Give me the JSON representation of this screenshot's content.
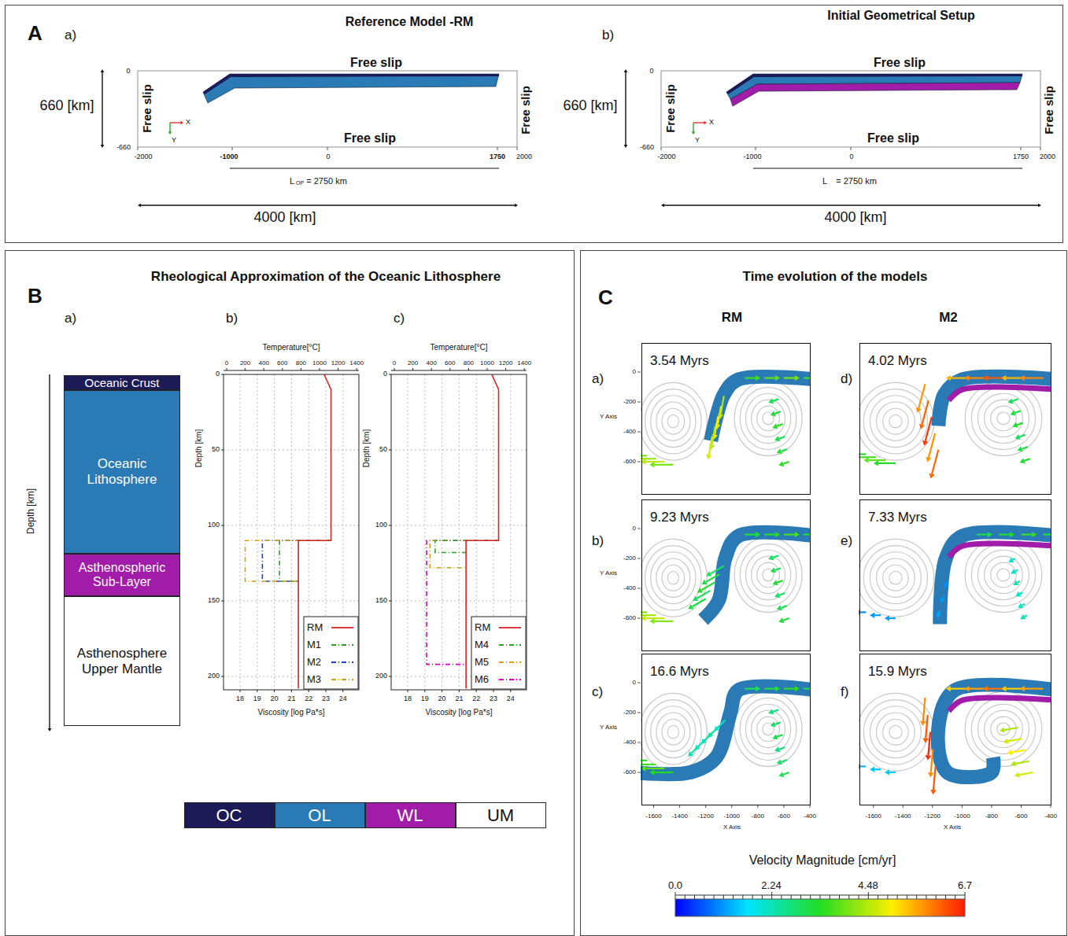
{
  "diagram": {
    "nodes": [
      {
        "text": [
          "A"
        ]
      },
      {
        "text": [
          "B",
          "Rheological Approximation of the Oceanic Lithosphere"
        ]
      },
      {
        "text": [
          "C",
          "Time evolution of the models"
        ]
      },
      {
        "text": [
          "Oceanic Crust"
        ],
        "in": 1
      },
      {
        "text": [
          "Oceanic Lithosphere"
        ],
        "in": 1
      },
      {
        "text": [
          "Asthenospheric Sub-Layer"
        ],
        "in": 1
      },
      {
        "text": [
          "Asthenosphere Upper Mantle"
        ],
        "in": 1
      },
      {
        "text": [
          "3.54 Myrs"
        ],
        "in": 2
      },
      {
        "text": [
          "9.23 Myrs"
        ],
        "in": 2
      },
      {
        "text": [
          "16.6 Myrs"
        ],
        "in": 2
      },
      {
        "text": [
          "4.02 Myrs"
        ],
        "in": 2
      },
      {
        "text": [
          "7.33 Myrs"
        ],
        "in": 2
      },
      {
        "text": [
          "15.9 Myrs"
        ],
        "in": 2
      }
    ],
    "labels": [
      "a)",
      "Reference Model -RM",
      "660 [km]",
      "Free slip",
      "Free slip",
      "Free slip",
      "Free slip",
      "0",
      "-660",
      "X",
      "Y",
      "-2000",
      "-1000",
      "0",
      "1750",
      "2000",
      "L",
      "OP",
      "= 2750 km",
      "4000 [km]",
      "b)",
      "Initial Geometrical Setup",
      "660 [km]",
      "Free slip",
      "Free slip",
      "Free slip",
      "Free slip",
      "0",
      "-660",
      "X",
      "Y",
      "-2000",
      "-1000",
      "0",
      "1750",
      "2000",
      "L",
      "= 2750 km",
      "4000 [km]",
      "a)",
      "Depth [km]",
      "b)",
      "c)",
      "Temperature[°C]",
      "0",
      "200",
      "400",
      "600",
      "800",
      "1000",
      "1200",
      "1400",
      "Depth [km]",
      "0",
      "50",
      "100",
      "150",
      "200",
      "18",
      "19",
      "20",
      "21",
      "22",
      "23",
      "24",
      "Viscosity [log Pa*s]",
      "Temperature[°C]",
      "0",
      "200",
      "400",
      "600",
      "800",
      "1000",
      "1200",
      "1400",
      "Depth [km]",
      "0",
      "50",
      "100",
      "150",
      "200",
      "18",
      "19",
      "20",
      "21",
      "22",
      "23",
      "24",
      "Viscosity [log Pa*s]",
      "RM",
      "M2",
      "a)",
      "b)",
      "c)",
      "d)",
      "e)",
      "f)",
      "Y Axis",
      "0",
      "-200",
      "-400",
      "-600",
      "Y Axis",
      "0",
      "-200",
      "-400",
      "-600",
      "Y Axis",
      "0",
      "-200",
      "-400",
      "-600",
      "-1600",
      "-1400",
      "-1200",
      "-1000",
      "-800",
      "-600",
      "-400",
      "X Axis",
      "-1600",
      "-1400",
      "-1200",
      "-1000",
      "-800",
      "-600",
      "-400",
      "X Axis",
      "Velocity Magnitude [cm/yr]",
      "0.0",
      "2.24",
      "4.48",
      "6.7"
    ],
    "legend": [
      {
        "text": "OC",
        "color": "#1c1a57"
      },
      {
        "text": "OL",
        "color": "#2a7ab5"
      },
      {
        "text": "WL",
        "color": "#a21caa"
      },
      {
        "text": "UM",
        "color": "#ffffff"
      },
      {
        "text": "RM"
      },
      {
        "text": "M1"
      },
      {
        "text": "M2"
      },
      {
        "text": "M3"
      },
      {
        "text": "RM"
      },
      {
        "text": "M4"
      },
      {
        "text": "M5"
      },
      {
        "text": "M6"
      }
    ]
  }
}
